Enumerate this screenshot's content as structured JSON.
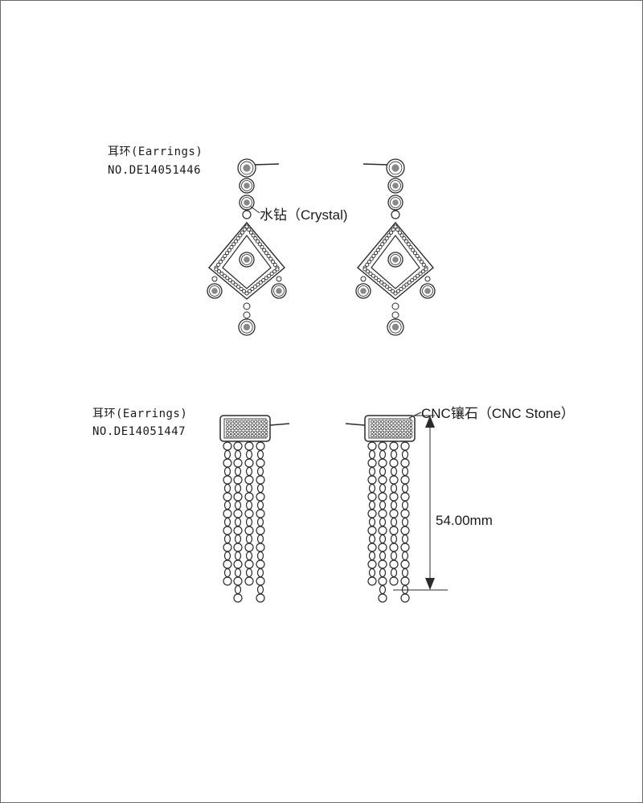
{
  "product1": {
    "name": "耳环(Earrings)",
    "code": "NO.DE14051446",
    "callout": "水钻（Crystal)"
  },
  "product2": {
    "name": "耳环(Earrings)",
    "code": "NO.DE14051447",
    "callout": "CNC镶石（CNC Stone）",
    "dimension": "54.00mm"
  },
  "colors": {
    "line": "#2b2b2b",
    "fill": "#ffffff"
  }
}
